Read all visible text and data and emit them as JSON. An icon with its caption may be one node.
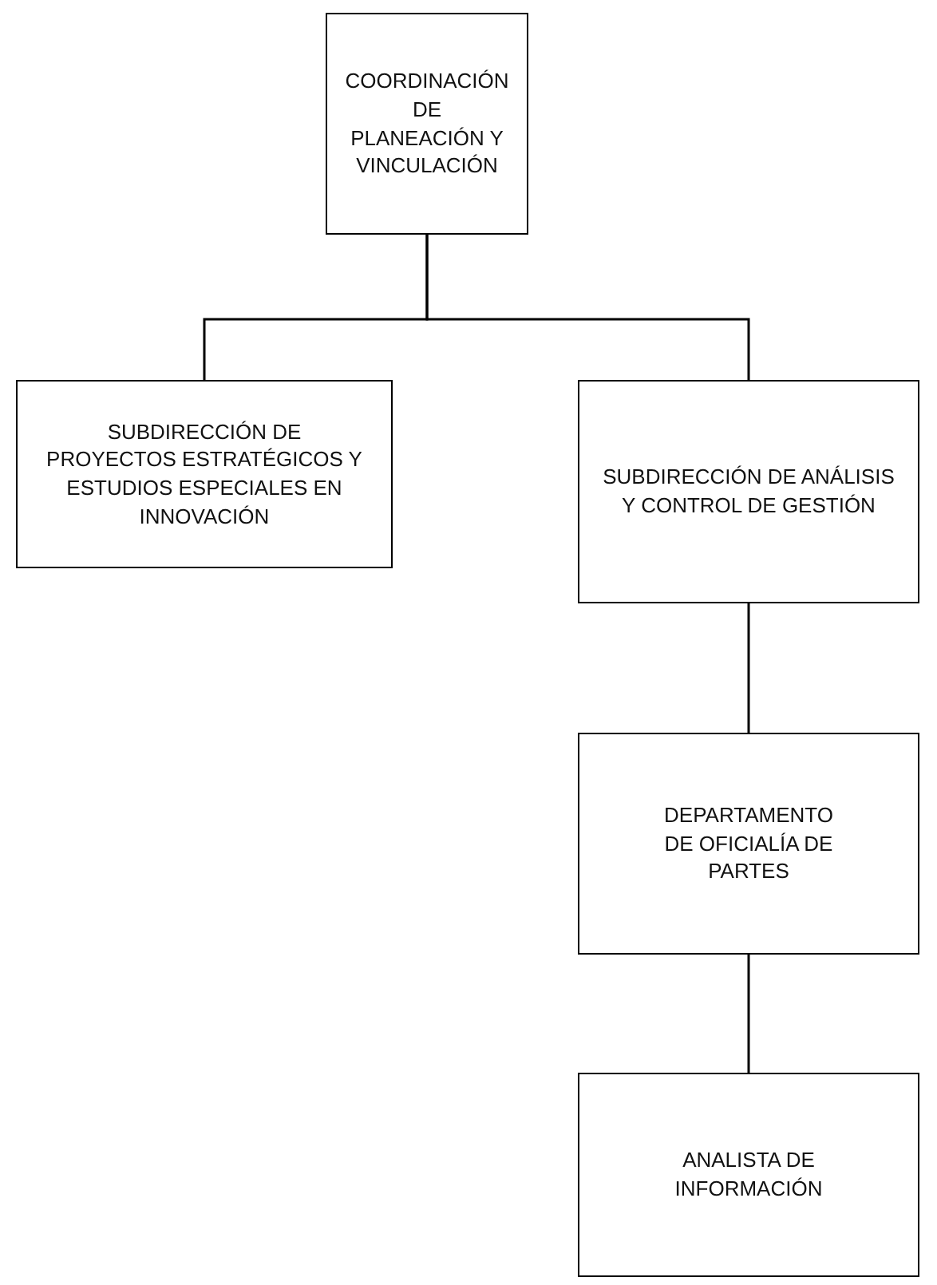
{
  "diagram": {
    "nodes": [
      {
        "text": [
          "COORDINACIÓN DE PLANEACIÓN Y VINCULACIÓN"
        ]
      },
      {
        "text": [
          "SUBDIRECCIÓN DE PROYECTOS ESTRATÉGICOS Y ESTUDIOS ESPECIALES EN INNOVACIÓN"
        ]
      },
      {
        "text": [
          "SUBDIRECCIÓN DE ANÁLISIS Y CONTROL DE GESTIÓN"
        ]
      },
      {
        "text": [
          "DEPARTAMENTO DE OFICIALÍA DE PARTES"
        ]
      },
      {
        "text": [
          "ANALISTA DE INFORMACIÓN"
        ]
      }
    ],
    "edges": [
      {
        "from": 0,
        "to": 1,
        "arrow": "none"
      },
      {
        "from": 0,
        "to": 2,
        "arrow": "none"
      },
      {
        "from": 2,
        "to": 3,
        "arrow": "none"
      },
      {
        "from": 3,
        "to": 4,
        "arrow": "none"
      }
    ]
  }
}
